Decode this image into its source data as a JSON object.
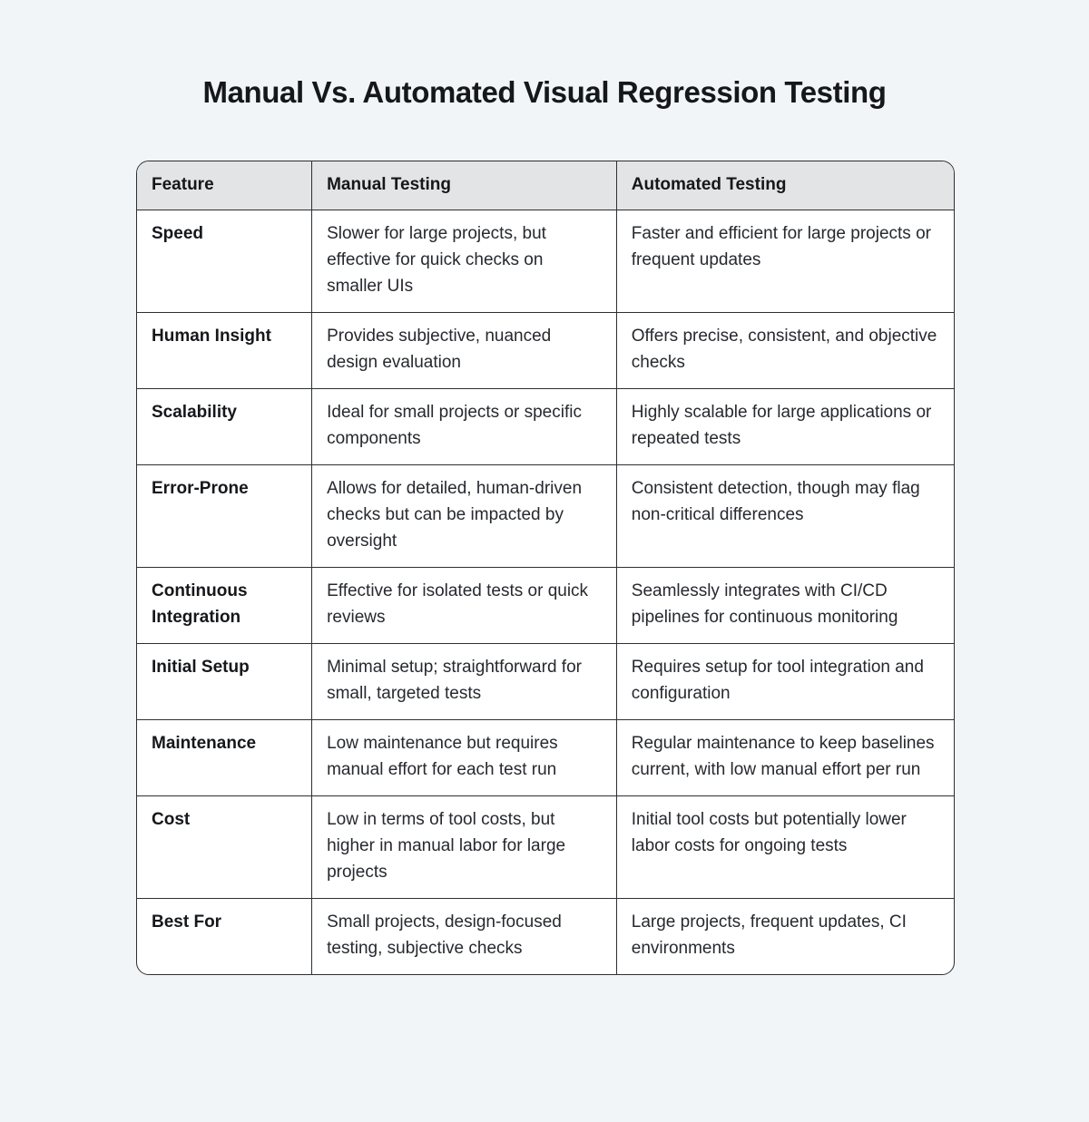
{
  "page": {
    "title": "Manual Vs. Automated Visual Regression Testing"
  },
  "colors": {
    "page_background": "#f2f5f8",
    "header_background": "#e2e4e6",
    "cell_background": "#ffffff",
    "border": "#2c2f33",
    "text": "#26292e",
    "heading_text": "#15171a"
  },
  "table": {
    "columns": [
      "Feature",
      "Manual Testing",
      "Automated Testing"
    ],
    "rows": [
      {
        "feature": "Speed",
        "manual": "Slower for large projects, but effective for quick checks on smaller UIs",
        "automated": "Faster and efficient for large projects or frequent updates"
      },
      {
        "feature": "Human Insight",
        "manual": "Provides subjective, nuanced design evaluation",
        "automated": "Offers precise, consistent, and objective checks"
      },
      {
        "feature": "Scalability",
        "manual": "Ideal for small projects or specific components",
        "automated": "Highly scalable for large applications or repeated tests"
      },
      {
        "feature": "Error-Prone",
        "manual": "Allows for detailed, human-driven checks but can be impacted by oversight",
        "automated": "Consistent detection, though may flag non-critical differences"
      },
      {
        "feature": "Continuous Integration",
        "manual": "Effective for isolated tests or quick reviews",
        "automated": "Seamlessly integrates with CI/CD pipelines for continuous monitoring"
      },
      {
        "feature": "Initial Setup",
        "manual": "Minimal setup; straightforward for small, targeted tests",
        "automated": "Requires setup for tool integration and configuration"
      },
      {
        "feature": "Maintenance",
        "manual": "Low maintenance but requires manual effort for each test run",
        "automated": "Regular maintenance to keep baselines current, with low manual effort per run"
      },
      {
        "feature": "Cost",
        "manual": "Low in terms of tool costs, but higher in manual labor for large projects",
        "automated": "Initial tool costs but potentially lower labor costs for ongoing tests"
      },
      {
        "feature": "Best For",
        "manual": "Small projects, design-focused testing, subjective checks",
        "automated": "Large projects, frequent updates, CI environments"
      }
    ]
  }
}
